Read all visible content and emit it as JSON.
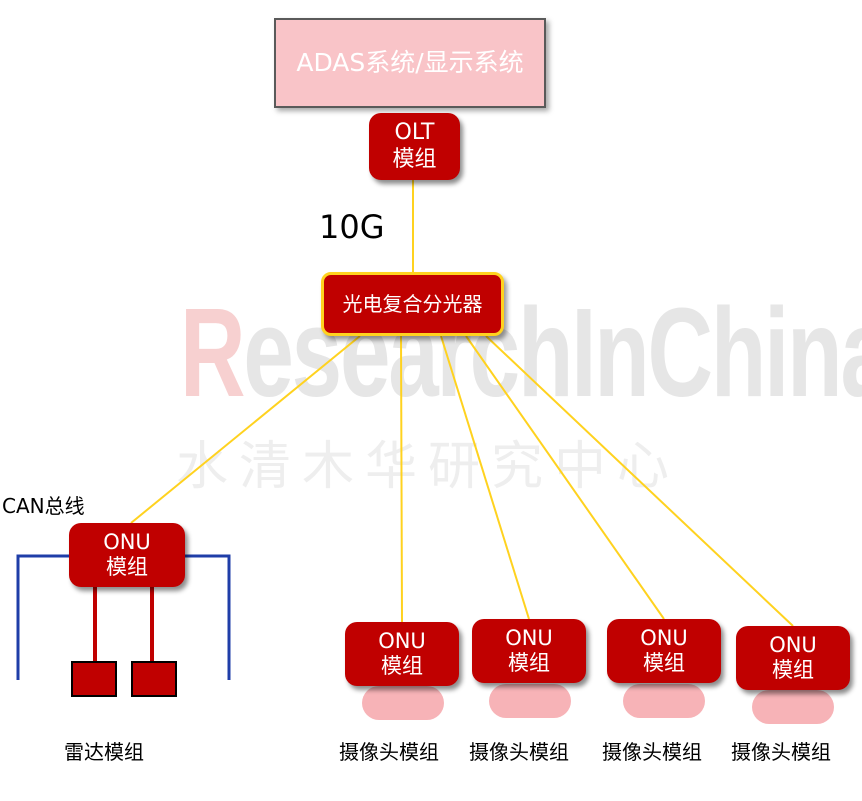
{
  "diagram": {
    "head_unit": {
      "text": "ADAS系统/显示系统"
    },
    "olt": {
      "line1": "OLT",
      "line2": "模组"
    },
    "link_speed": "10G",
    "splitter": {
      "text": "光电复合分光器"
    },
    "bus_label": "CAN总线",
    "radar": {
      "onu": {
        "line1": "ONU",
        "line2": "模组"
      },
      "label": "雷达模组"
    },
    "cameras": [
      {
        "onu_line1": "ONU",
        "onu_line2": "模组",
        "label": "摄像头模组"
      },
      {
        "onu_line1": "ONU",
        "onu_line2": "模组",
        "label": "摄像头模组"
      },
      {
        "onu_line1": "ONU",
        "onu_line2": "模组",
        "label": "摄像头模组"
      },
      {
        "onu_line1": "ONU",
        "onu_line2": "模组",
        "label": "摄像头模组"
      }
    ]
  },
  "watermark": {
    "lead": "R",
    "rest": "esearchInChina",
    "chinese": "水清木华研究中心"
  },
  "colors": {
    "module_fill": "#c00000",
    "head_unit_fill": "#f9c4c8",
    "fiber_line": "#ffd21f",
    "can_bus_line": "#1f3ea8",
    "lens_fill": "#f7b3b7"
  }
}
